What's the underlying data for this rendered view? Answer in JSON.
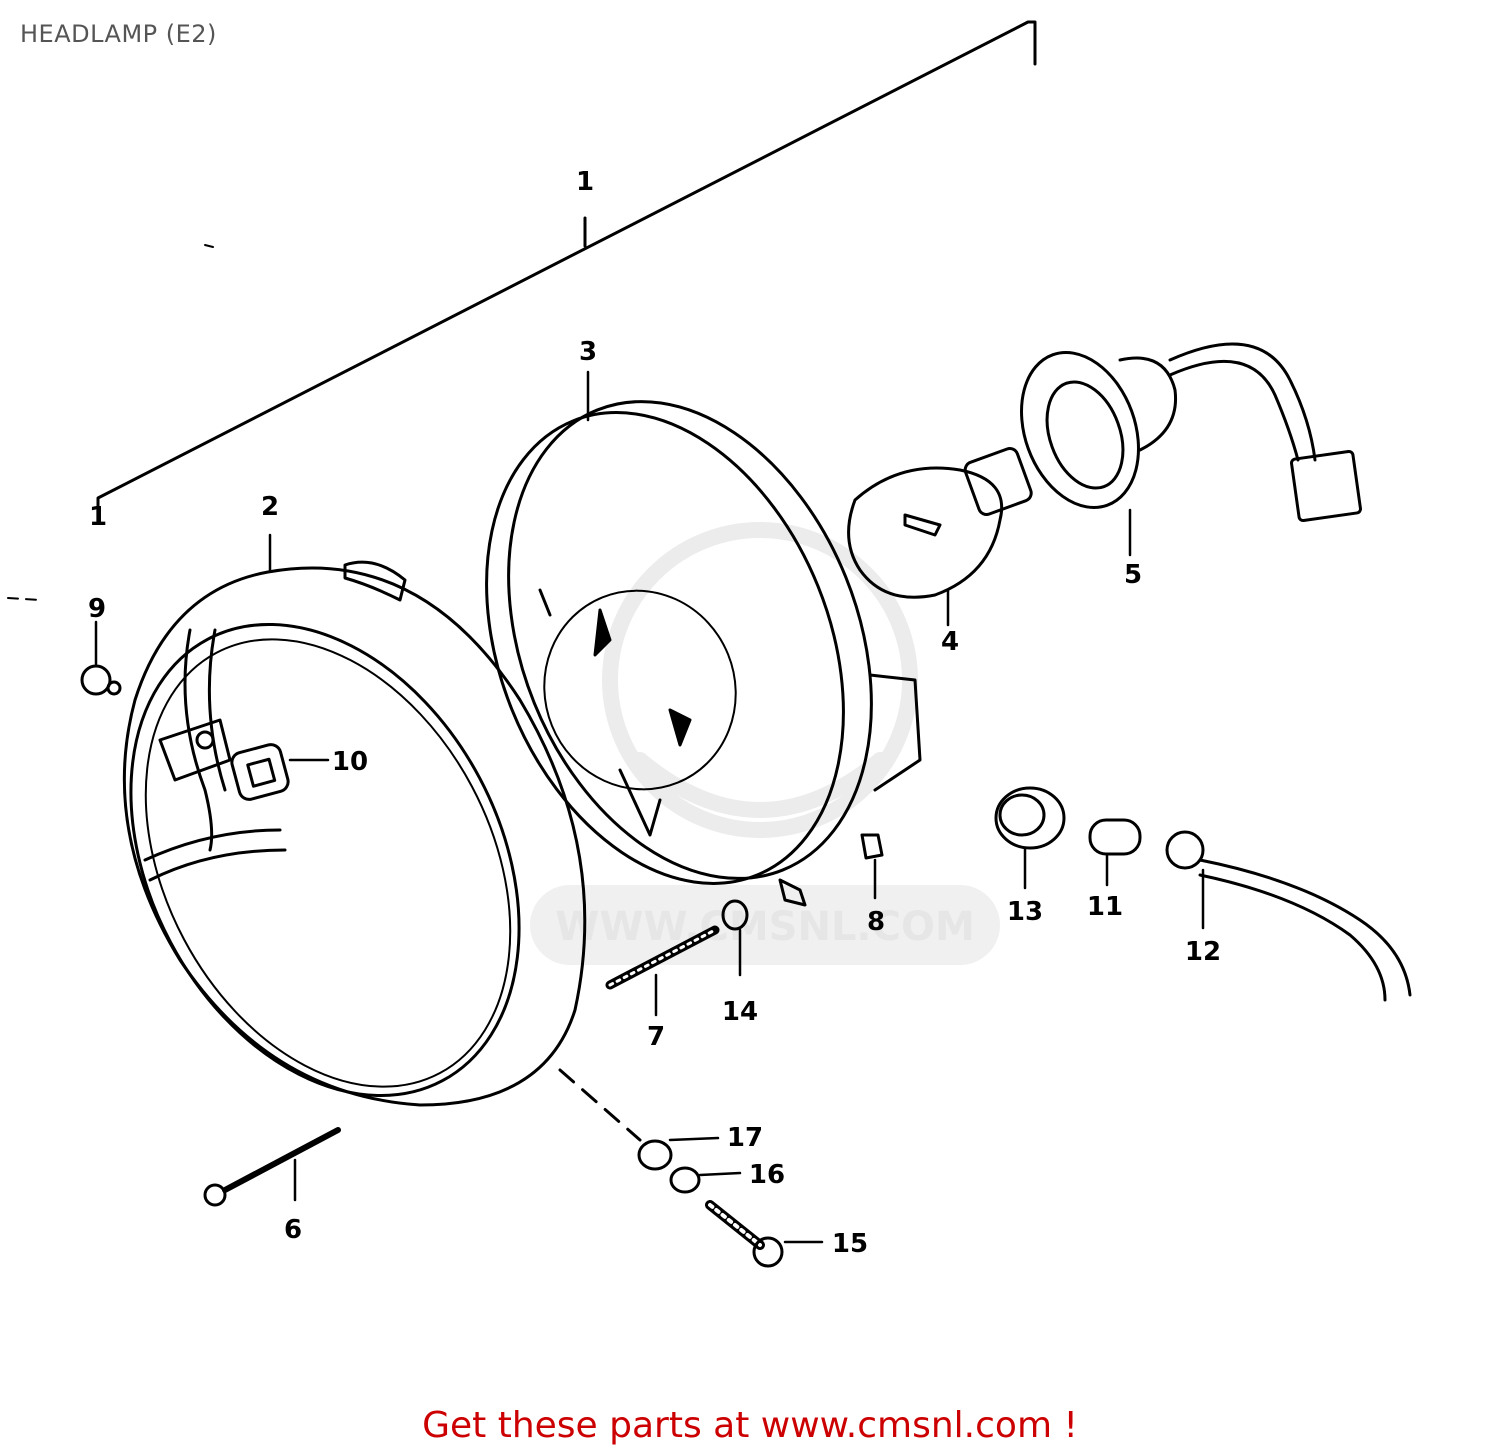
{
  "title": "HEADLAMP (E2)",
  "footer": {
    "text": "Get these parts at www.cmsnl.com !",
    "color": "#cc0000"
  },
  "watermark": {
    "text": "WWW.CMSNL.COM",
    "color": "#e6e6e6"
  },
  "callouts": {
    "c1": "1",
    "c2": "2",
    "c3": "3",
    "c4": "4",
    "c5": "5",
    "c6": "6",
    "c7": "7",
    "c8": "8",
    "c9": "9",
    "c10": "10",
    "c11": "11",
    "c12": "12",
    "c13": "13",
    "c14": "14",
    "c15": "15",
    "c16": "16",
    "c17": "17"
  }
}
